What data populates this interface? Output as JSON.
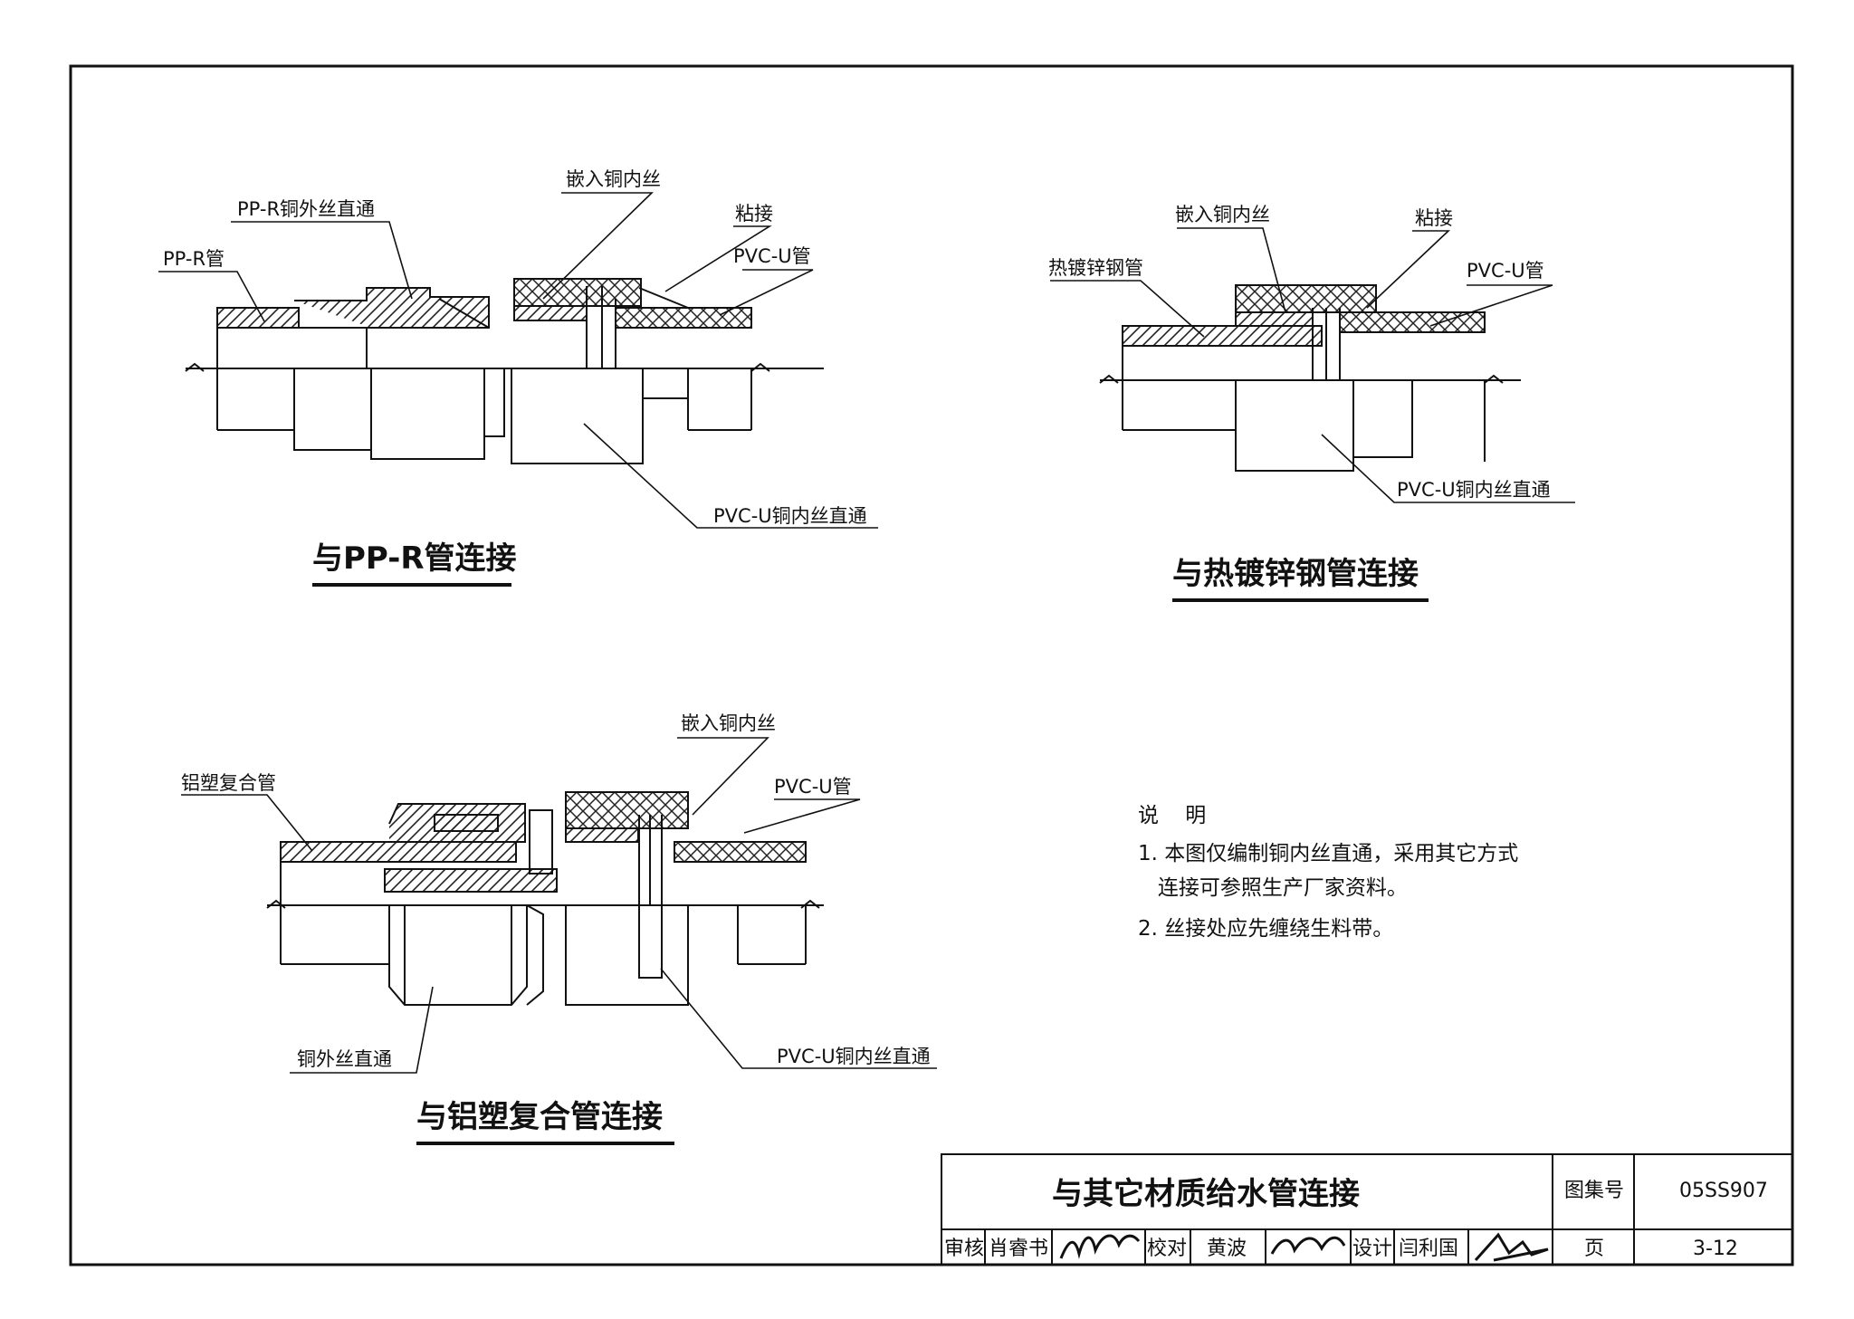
{
  "diagrams": {
    "ppr": {
      "caption": "与PP-R管连接",
      "labels": {
        "ppr_pipe": "PP-R管",
        "ppr_fitting": "PP-R铜外丝直通",
        "insert": "嵌入铜内丝",
        "glue": "粘接",
        "pvc_pipe": "PVC-U管",
        "pvc_fitting": "PVC-U铜内丝直通"
      }
    },
    "galv": {
      "caption": "与热镀锌钢管连接",
      "labels": {
        "steel_pipe": "热镀锌钢管",
        "insert": "嵌入铜内丝",
        "glue": "粘接",
        "pvc_pipe": "PVC-U管",
        "pvc_fitting": "PVC-U铜内丝直通"
      }
    },
    "alu": {
      "caption": "与铝塑复合管连接",
      "labels": {
        "alu_pipe": "铝塑复合管",
        "insert": "嵌入铜内丝",
        "pvc_pipe": "PVC-U管",
        "brass_fitting": "铜外丝直通",
        "pvc_fitting": "PVC-U铜内丝直通"
      }
    }
  },
  "notes": {
    "title": "说    明",
    "items": [
      "1. 本图仅编制铜内丝直通，采用其它方式",
      "   连接可参照生产厂家资料。",
      "2. 丝接处应先缠绕生料带。"
    ]
  },
  "title_block": {
    "title": "与其它材质给水管连接",
    "atlas_label": "图集号",
    "atlas_no": "05SS907",
    "page_label": "页",
    "page_no": "3-12",
    "review_label": "审核",
    "reviewer": "肖睿书",
    "check_label": "校对",
    "checker": "黄波",
    "design_label": "设计",
    "designer": "闫利国"
  }
}
